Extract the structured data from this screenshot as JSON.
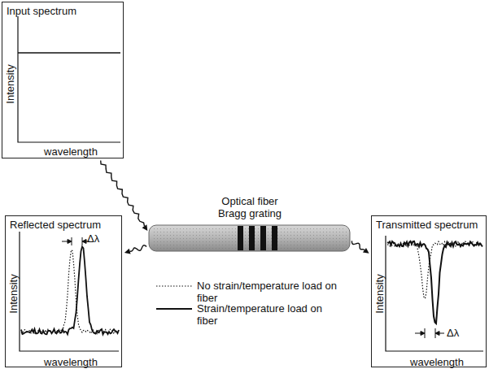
{
  "diagram": {
    "nodes": [
      {
        "text": [
          "Input spectrum",
          "Intensity",
          "wavelength"
        ]
      },
      {
        "text": [
          "Optical fiber Bragg grating"
        ]
      },
      {
        "text": [
          "Reflected spectrum",
          "Intensity",
          "wavelength",
          "Δλ"
        ]
      },
      {
        "text": [
          "Transmitted spectrum",
          "Intensity",
          "wavelength",
          "Δλ"
        ]
      }
    ],
    "edges": [
      {
        "from": 0,
        "to": 1,
        "arrow": "to"
      },
      {
        "from": 1,
        "to": 2,
        "arrow": "to"
      },
      {
        "from": 1,
        "to": 3,
        "arrow": "to"
      }
    ],
    "legend": [
      {
        "text": "No strain/temperature load on fiber"
      },
      {
        "text": "Strain/temperature load on fiber"
      }
    ]
  }
}
